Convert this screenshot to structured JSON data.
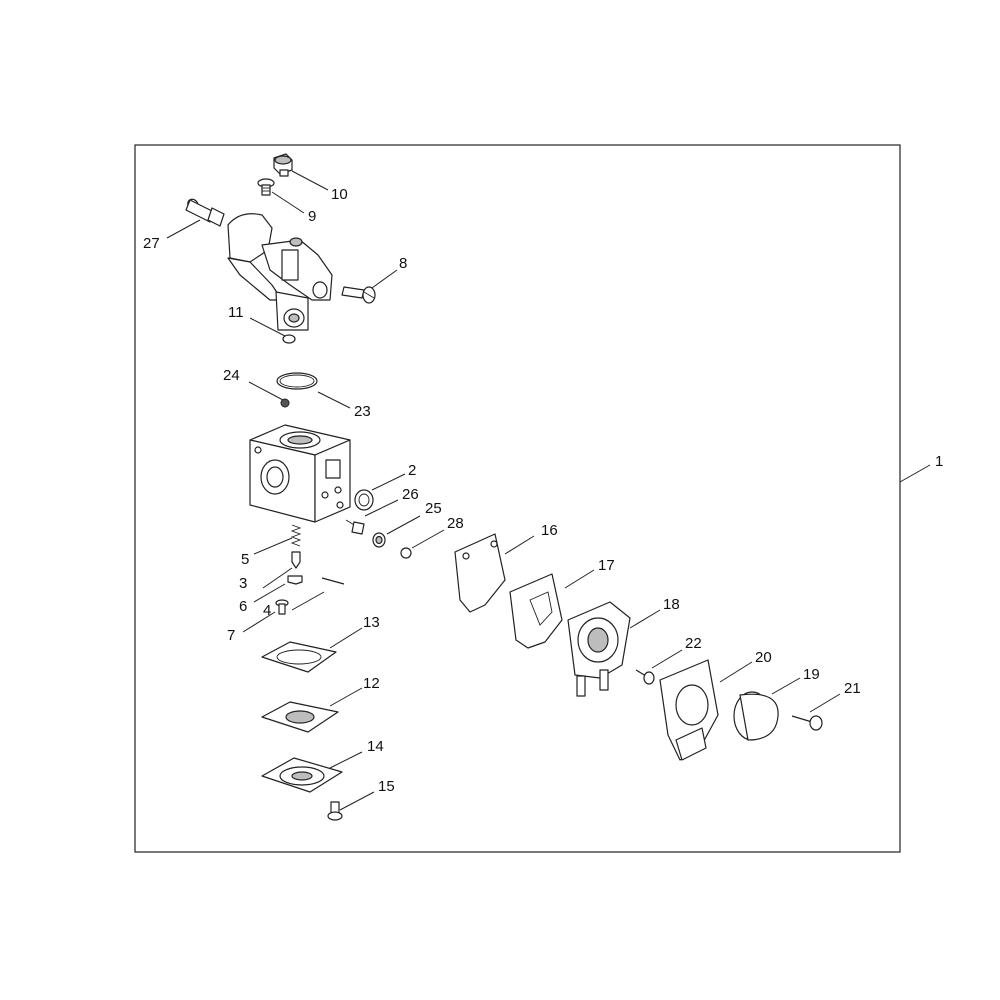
{
  "callouts": [
    {
      "id": "c1",
      "label": "1"
    },
    {
      "id": "c2",
      "label": "2"
    },
    {
      "id": "c3",
      "label": "3"
    },
    {
      "id": "c4",
      "label": "4"
    },
    {
      "id": "c5",
      "label": "5"
    },
    {
      "id": "c6",
      "label": "6"
    },
    {
      "id": "c7",
      "label": "7"
    },
    {
      "id": "c8",
      "label": "8"
    },
    {
      "id": "c9",
      "label": "9"
    },
    {
      "id": "c10",
      "label": "10"
    },
    {
      "id": "c11",
      "label": "11"
    },
    {
      "id": "c12",
      "label": "12"
    },
    {
      "id": "c13",
      "label": "13"
    },
    {
      "id": "c14",
      "label": "14"
    },
    {
      "id": "c15",
      "label": "15"
    },
    {
      "id": "c16",
      "label": "16"
    },
    {
      "id": "c17",
      "label": "17"
    },
    {
      "id": "c18",
      "label": "18"
    },
    {
      "id": "c19",
      "label": "19"
    },
    {
      "id": "c20",
      "label": "20"
    },
    {
      "id": "c21",
      "label": "21"
    },
    {
      "id": "c22",
      "label": "22"
    },
    {
      "id": "c23",
      "label": "23"
    },
    {
      "id": "c24",
      "label": "24"
    },
    {
      "id": "c25",
      "label": "25"
    },
    {
      "id": "c26",
      "label": "26"
    },
    {
      "id": "c27",
      "label": "27"
    },
    {
      "id": "c28",
      "label": "28"
    }
  ]
}
